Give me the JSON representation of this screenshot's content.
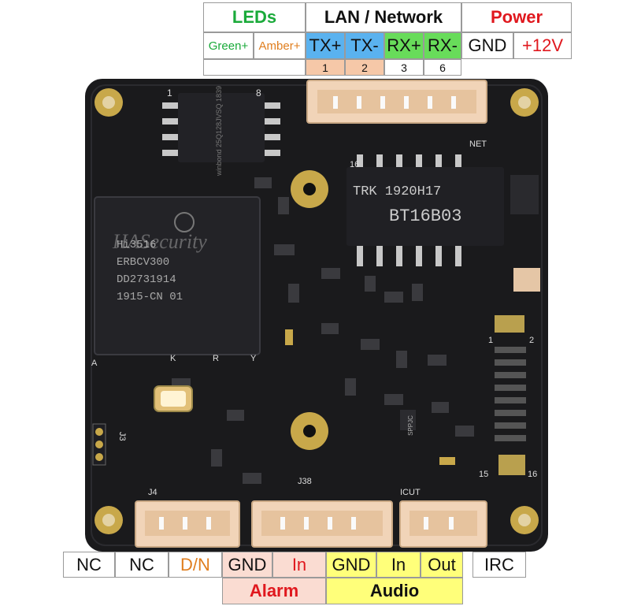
{
  "top_table": {
    "leds_header": "LEDs",
    "lan_header": "LAN / Network",
    "power_header": "Power",
    "signals": {
      "green": "Green+",
      "amber": "Amber+",
      "tx_plus": "TX+",
      "tx_minus": "TX-",
      "rx_plus": "RX+",
      "rx_minus": "RX-",
      "gnd": "GND",
      "v12": "+12V"
    },
    "pins": {
      "p1": "1",
      "p2": "2",
      "p3": "3",
      "p6": "6"
    }
  },
  "bottom_table": {
    "nc1": "NC",
    "nc2": "NC",
    "dn": "D/N",
    "alarm_gnd": "GND",
    "alarm_in": "In",
    "audio_gnd": "GND",
    "audio_in": "In",
    "audio_out": "Out",
    "irc": "IRC",
    "alarm_label": "Alarm",
    "audio_label": "Audio"
  },
  "board": {
    "watermark": "HASecurity",
    "soc_lines": [
      "Hi3516",
      "ERBCV300",
      "DD2731914",
      "1915-CN 01"
    ],
    "flash_marking": "winbond 25Q128JVSQ 1839",
    "transformer_line1": "TRK 1920H17",
    "transformer_line2": "BT16B03",
    "silk_net": "NET",
    "silk_j4": "J4",
    "silk_j38": "J38",
    "silk_icut": "ICUT",
    "silk_1": "1",
    "silk_8": "8",
    "silk_15": "15",
    "silk_16": "16",
    "silk_2": "2",
    "silk_k": "K",
    "silk_r": "R",
    "silk_y": "Y",
    "silk_a": "A",
    "silk_j3": "J3",
    "silk_16b": "16",
    "silk_sppjc": "SPPJC"
  },
  "colors": {
    "board": "#1a1a1c",
    "connector": "#f1d4b8",
    "chip": "#222226",
    "gold": "#c8a84a"
  }
}
